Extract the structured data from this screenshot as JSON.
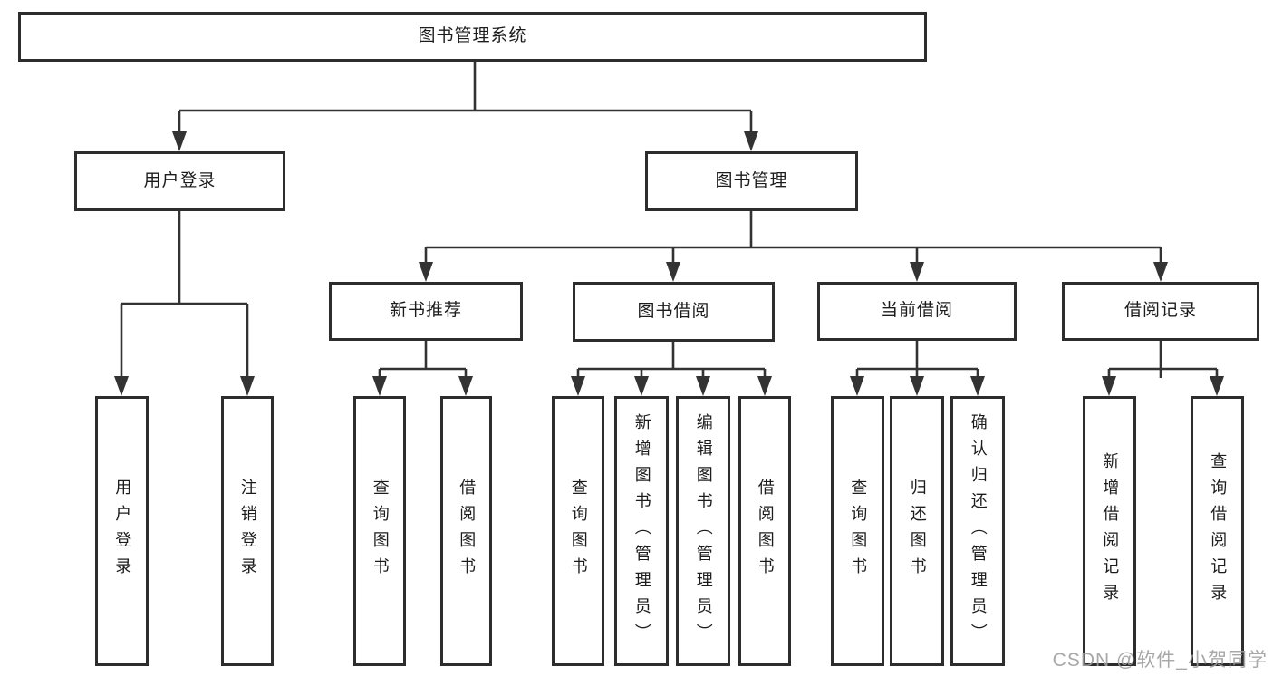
{
  "diagram": {
    "type": "hierarchy-tree",
    "root": {
      "label": "图书管理系统"
    },
    "branches": [
      {
        "label": "用户登录",
        "children": [
          {
            "label": "用户登录"
          },
          {
            "label": "注销登录"
          }
        ]
      },
      {
        "label": "图书管理",
        "children": [
          {
            "label": "新书推荐",
            "children": [
              {
                "label": "查询图书"
              },
              {
                "label": "借阅图书"
              }
            ]
          },
          {
            "label": "图书借阅",
            "children": [
              {
                "label": "查询图书"
              },
              {
                "label": "新增图书（管理员）"
              },
              {
                "label": "编辑图书（管理员）"
              },
              {
                "label": "借阅图书"
              }
            ]
          },
          {
            "label": "当前借阅",
            "children": [
              {
                "label": "查询图书"
              },
              {
                "label": "归还图书"
              },
              {
                "label": "确认归还（管理员）"
              }
            ]
          },
          {
            "label": "借阅记录",
            "children": [
              {
                "label": "新增借阅记录"
              },
              {
                "label": "查询借阅记录"
              }
            ]
          }
        ]
      }
    ]
  },
  "watermark": {
    "text": "CSDN @软件_小贺同学"
  },
  "colors": {
    "line": "#333333",
    "box_border": "#2d2d2d",
    "text": "#1c1c1c",
    "background": "#ffffff",
    "watermark": "#9e9e9e"
  }
}
